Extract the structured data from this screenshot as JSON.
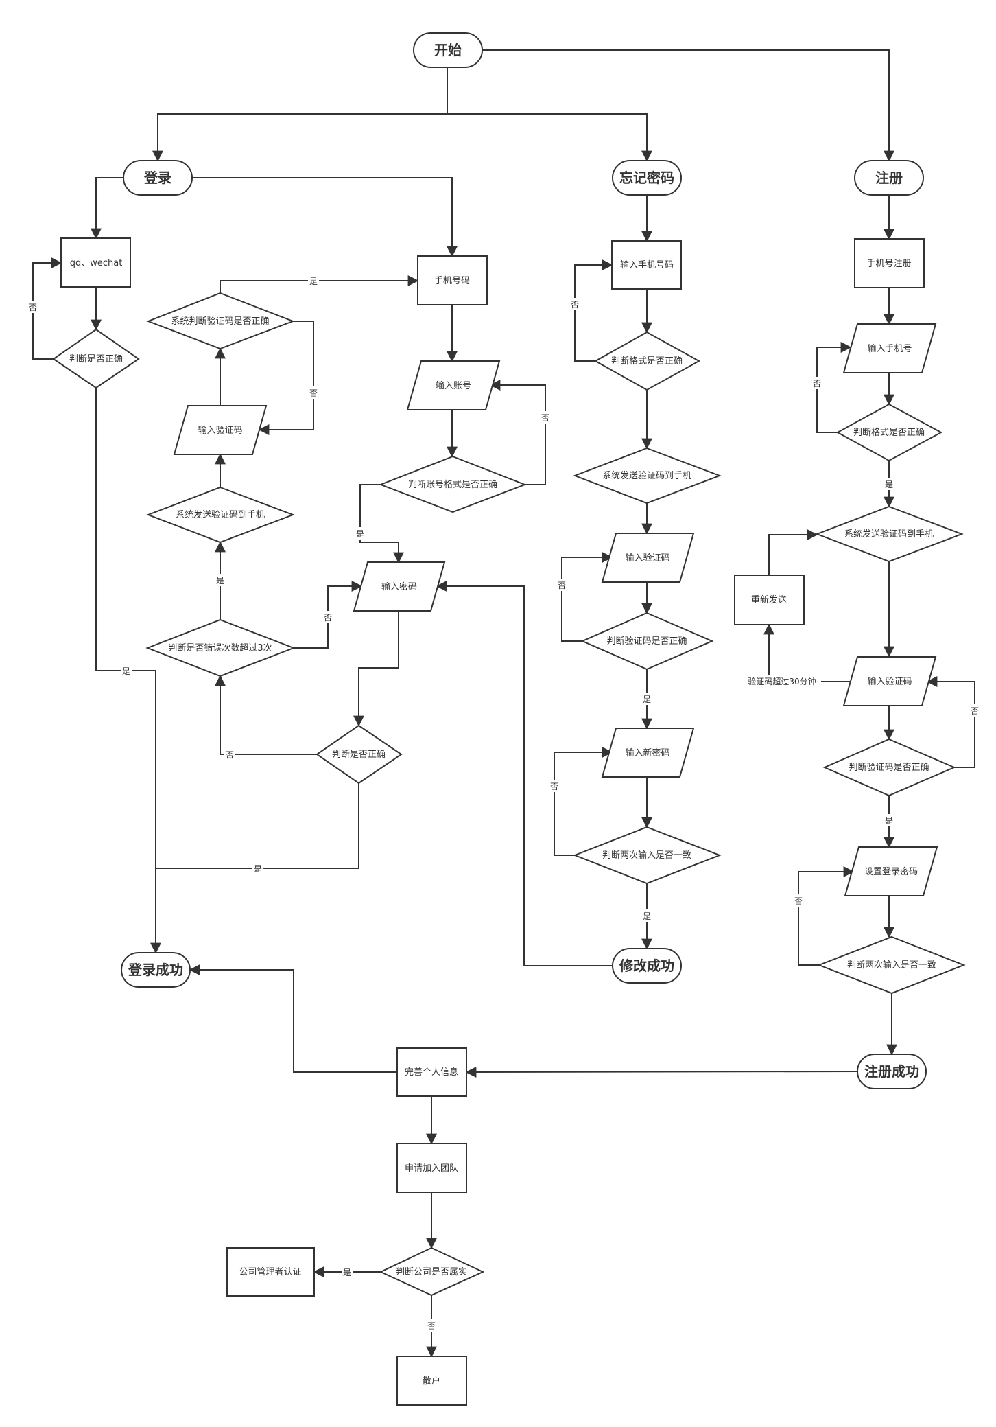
{
  "colors": {
    "stroke": "#333333",
    "background": "#ffffff"
  },
  "nodes": {
    "start": "开始",
    "login": "登录",
    "forgot": "忘记密码",
    "register": "注册",
    "qq_wechat": "qq、wechat",
    "judge_correct_qq": "判断是否正确",
    "phone_number": "手机号码",
    "sys_judge_code": "系统判断验证码是否正确",
    "login_input_code": "输入验证码",
    "login_send_code": "系统发送验证码到手机",
    "judge_err_count": "判断是否错误次数超过3次",
    "input_account": "输入账号",
    "judge_account_format": "判断账号格式是否正确",
    "input_password": "输入密码",
    "judge_password": "判断是否正确",
    "login_success": "登录成功",
    "fp_input_phone": "输入手机号码",
    "fp_judge_format": "判断格式是否正确",
    "fp_send_code": "系统发送验证码到手机",
    "fp_input_code": "输入验证码",
    "fp_judge_code": "判断验证码是否正确",
    "fp_input_new_pwd": "输入新密码",
    "fp_judge_twice": "判断两次输入是否一致",
    "fp_success": "修改成功",
    "rg_phone_register": "手机号注册",
    "rg_input_phone": "输入手机号",
    "rg_judge_format": "判断格式是否正确",
    "rg_send_code": "系统发送验证码到手机",
    "rg_resend": "重新发送",
    "rg_input_code": "输入验证码",
    "rg_judge_code": "判断验证码是否正确",
    "rg_set_pwd": "设置登录密码",
    "rg_judge_twice": "判断两次输入是否一致",
    "rg_success": "注册成功",
    "complete_info": "完善个人信息",
    "apply_team": "申请加入团队",
    "judge_company": "判断公司是否属实",
    "admin_verify": "公司管理者认证",
    "individual": "散户"
  },
  "edge_labels": {
    "yes": "是",
    "no": "否",
    "timeout": "验证码超过30分钟"
  }
}
